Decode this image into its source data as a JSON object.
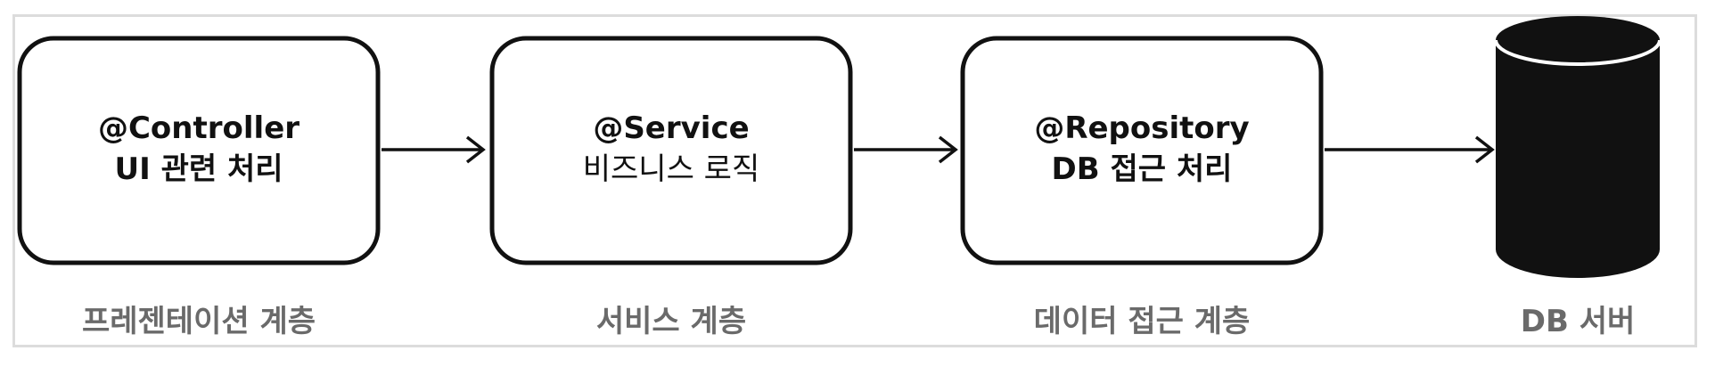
{
  "layers": [
    {
      "title": "@Controller",
      "subtitle": "UI 관련 처리",
      "label": "프레젠테이션 계층"
    },
    {
      "title": "@Service",
      "subtitle": "비즈니스 로직",
      "label": "서비스 계층"
    },
    {
      "title": "@Repository",
      "subtitle": "DB 접근 처리",
      "label": "데이터 접근 계층"
    }
  ],
  "database": {
    "label": "DB 서버"
  }
}
